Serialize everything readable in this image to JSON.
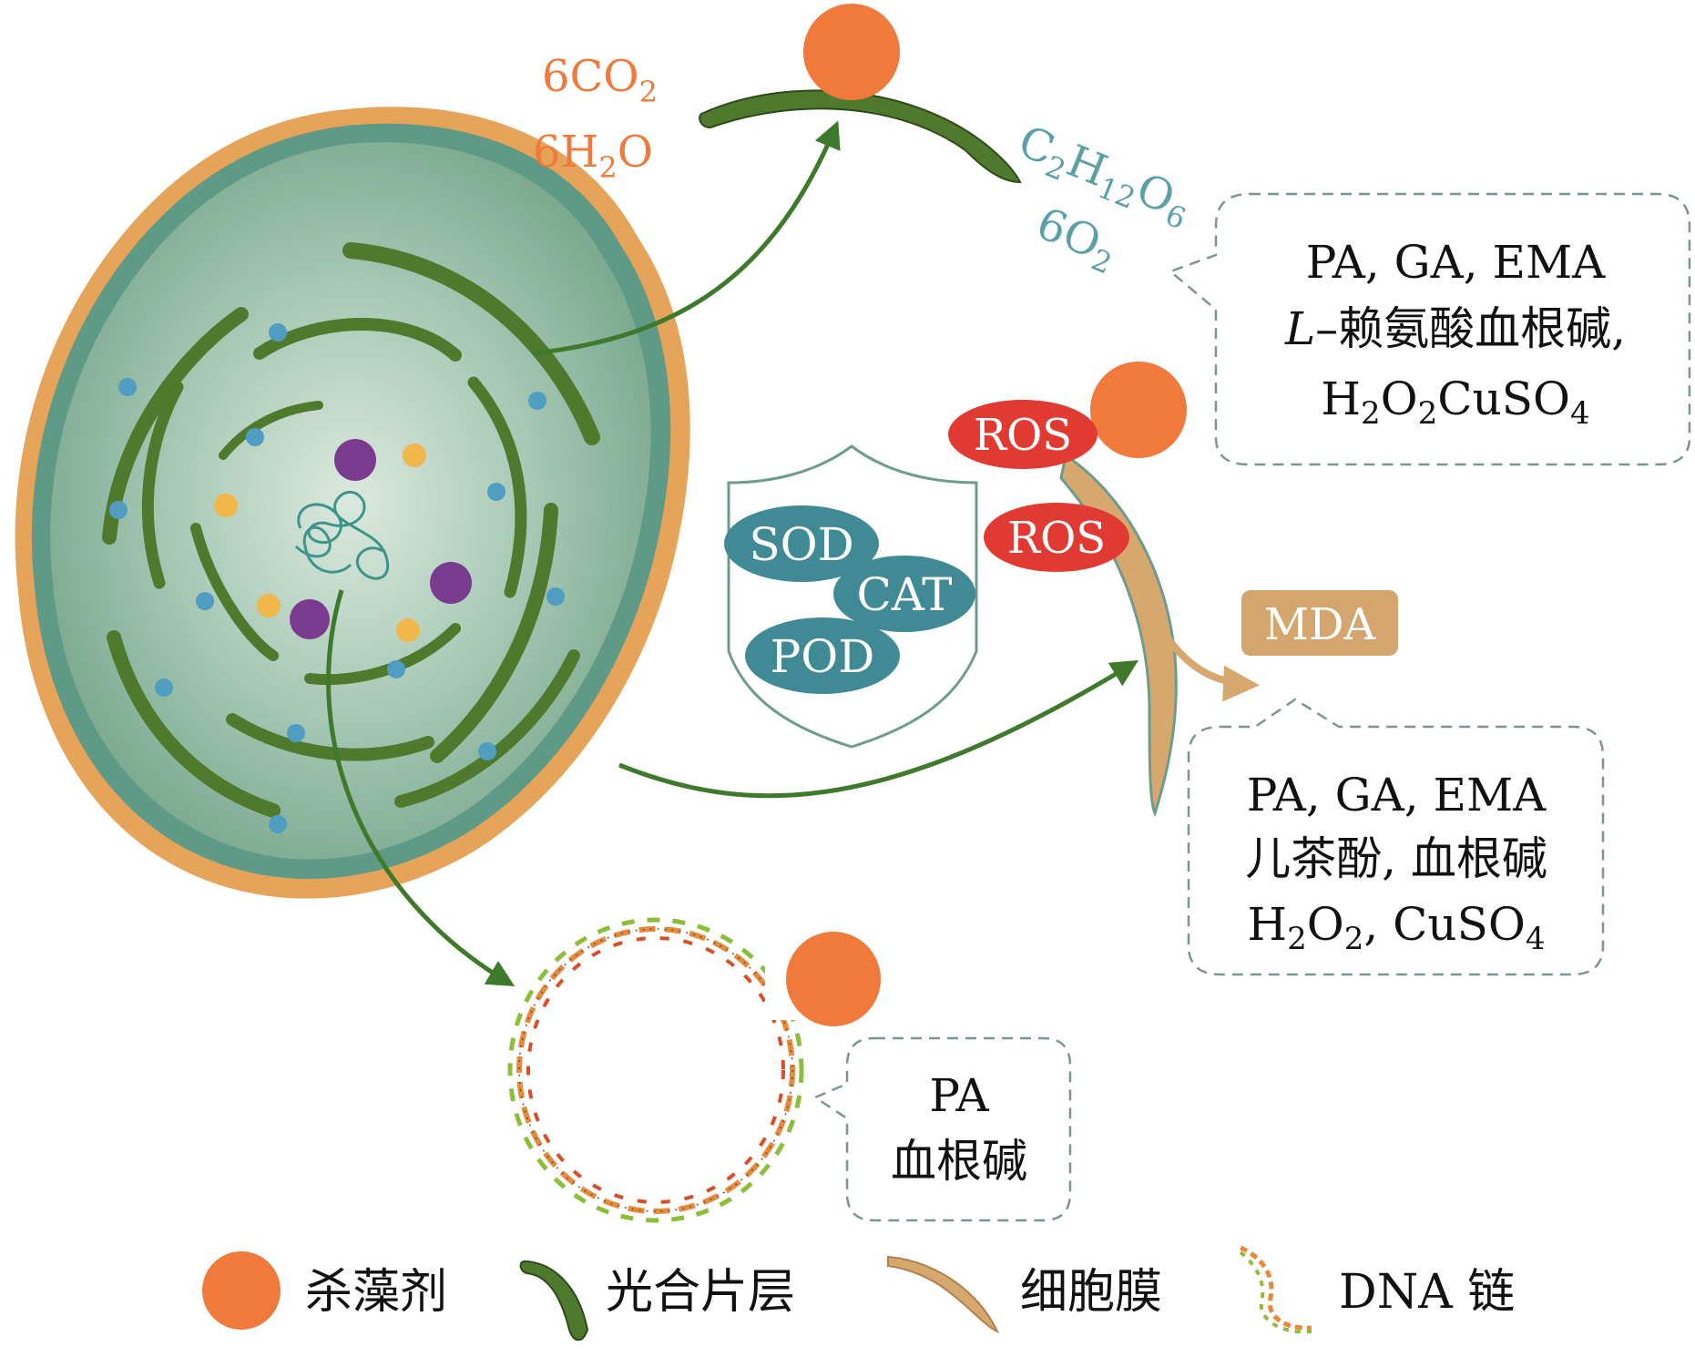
{
  "photosynthesis": {
    "reactant1": "6CO",
    "reactant1_sub": "2",
    "reactant2_a": "6H",
    "reactant2_sub": "2",
    "reactant2_b": "O",
    "product1_a": "C",
    "product1_sub1": "2",
    "product1_b": "H",
    "product1_sub2": "12",
    "product1_c": "O",
    "product1_sub3": "6",
    "product2_a": "6O",
    "product2_sub": "2"
  },
  "box_photo": {
    "line1": "PA, GA, EMA",
    "line2_italic": "L",
    "line2_rest": "–赖氨酸血根碱,",
    "line3_a": "H",
    "line3_sub1": "2",
    "line3_b": "O",
    "line3_sub2": "2",
    "line3_c": "CuSO",
    "line3_sub3": "4"
  },
  "ros": {
    "label_top": "ROS",
    "label_mid": "ROS"
  },
  "enzymes": {
    "sod": "SOD",
    "cat": "CAT",
    "pod": "POD"
  },
  "mda": {
    "label": "MDA"
  },
  "box_membrane": {
    "line1": "PA, GA, EMA",
    "line2": "儿茶酚, 血根碱",
    "line3_a": "H",
    "line3_sub1": "2",
    "line3_b": "O",
    "line3_sub2": "2",
    "line3_c": ", CuSO",
    "line3_sub3": "4"
  },
  "box_dna": {
    "line1": "PA",
    "line2": "血根碱"
  },
  "legend": {
    "algicide": "杀藻剂",
    "thylakoid": "光合片层",
    "membrane": "细胞膜",
    "dna": "DNA 链"
  },
  "colors": {
    "algicide": "#ef7a3c",
    "thylakoid": "#4f7a2e",
    "membrane": "#d7a86e",
    "ros": "#e03a32",
    "enzyme": "#3f8a94",
    "mda": "#d4a56e",
    "reactant_text": "#ef7a3c",
    "product_text": "#5aa0a6",
    "arrow": "#3f7a2c",
    "dashed_box": "#7c9494"
  }
}
